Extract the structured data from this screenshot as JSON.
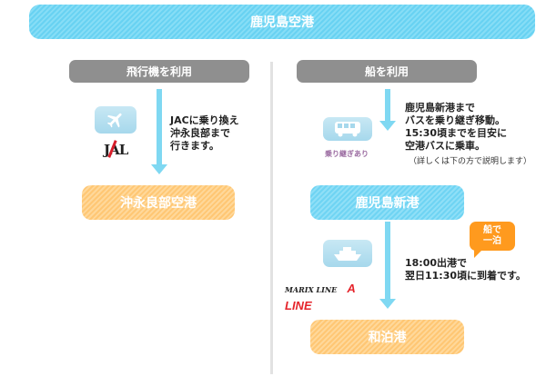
{
  "title": "鹿児島空港",
  "left": {
    "header": "飛行機を利用",
    "icon": "airplane-icon",
    "airline_logo": "JAL",
    "description": "JACに乗り換え\n沖永良部まで\n行きます。",
    "destination": "沖永良部空港"
  },
  "right": {
    "header": "船を利用",
    "bus_icon": "bus-icon",
    "transfer_label": "乗り継ぎあり",
    "description": "鹿児島新港まで\nバスを乗り継ぎ移動。\n15:30頃までを目安に\n空港バスに乗車。",
    "description_note": "（詳しくは下の方で説明します）",
    "port": "鹿児島新港",
    "ship_icon": "ship-icon",
    "ferry_logo_1": "MARIX LINE",
    "ferry_logo_2": "A LINE",
    "ship_description": "18:00出港で\n翌日11:30頃に到着です。",
    "badge": "船で\n一泊",
    "destination": "和泊港"
  },
  "colors": {
    "sky": "#7fd8f2",
    "orange": "#ffc774",
    "header_gray": "#8f8f8f",
    "badge_orange": "#ff9a1e"
  }
}
